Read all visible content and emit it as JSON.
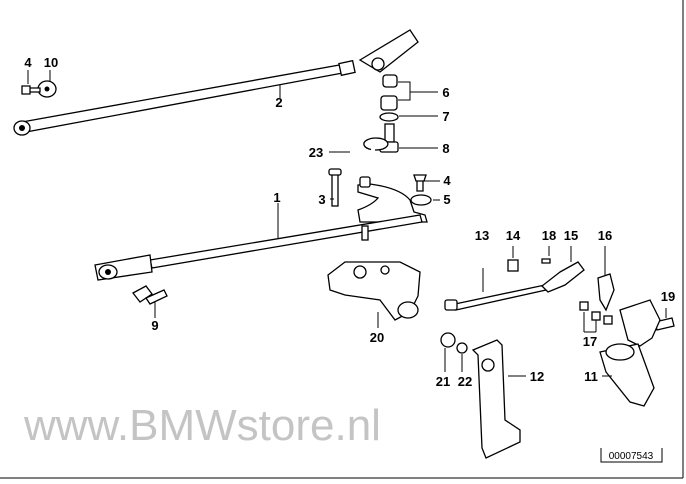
{
  "diagram": {
    "callouts": [
      "1",
      "2",
      "3",
      "4",
      "5",
      "6",
      "7",
      "8",
      "9",
      "10",
      "11",
      "12",
      "13",
      "14",
      "15",
      "16",
      "17",
      "18",
      "19",
      "20",
      "21",
      "22",
      "23"
    ],
    "reference_number": "00007543",
    "watermark": "www.BMWstore.nl"
  }
}
